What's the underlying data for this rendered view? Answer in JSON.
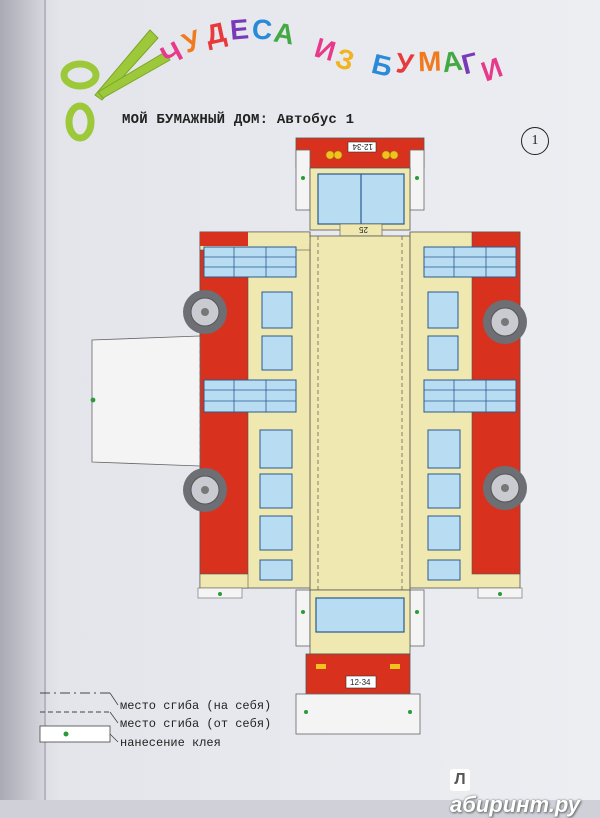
{
  "header": {
    "title_letters": [
      "Ч",
      "У",
      "Д",
      "Е",
      "С",
      "А",
      " ",
      "И",
      "З",
      " ",
      "Б",
      "У",
      "М",
      "А",
      "Г",
      "И"
    ],
    "title_colors": [
      "#e83a8a",
      "#f07a1e",
      "#e83a3a",
      "#7a3ab8",
      "#2a8ad8",
      "#44a844",
      "#000000",
      "#e83a8a",
      "#f0b41e",
      "#000000",
      "#2a8ad8",
      "#e83a3a",
      "#f07a1e",
      "#44a844",
      "#7a3ab8",
      "#e83a8a"
    ],
    "subtitle": "МОЙ БУМАЖНЫЙ ДОМ: Автобус 1",
    "page_number": "1"
  },
  "model": {
    "plate_front": "12-34",
    "plate_rear": "12-34",
    "route_number": "25",
    "colors": {
      "body": "#efe8b0",
      "red": "#d8321e",
      "window": "#b8dcf2",
      "window_frame": "#2b5a90",
      "wheel": "#888a90",
      "tab": "#f4f4f4",
      "glue_dot": "#2a9a3a"
    }
  },
  "legend": [
    {
      "label": "место сгиба (на себя)",
      "line": "dash-dot"
    },
    {
      "label": "место сгиба (от себя)",
      "line": "dashed"
    },
    {
      "label": "нанесение клея",
      "line": "glue"
    }
  ],
  "watermark": {
    "badge": "Л",
    "text": "абиринт.ру"
  }
}
